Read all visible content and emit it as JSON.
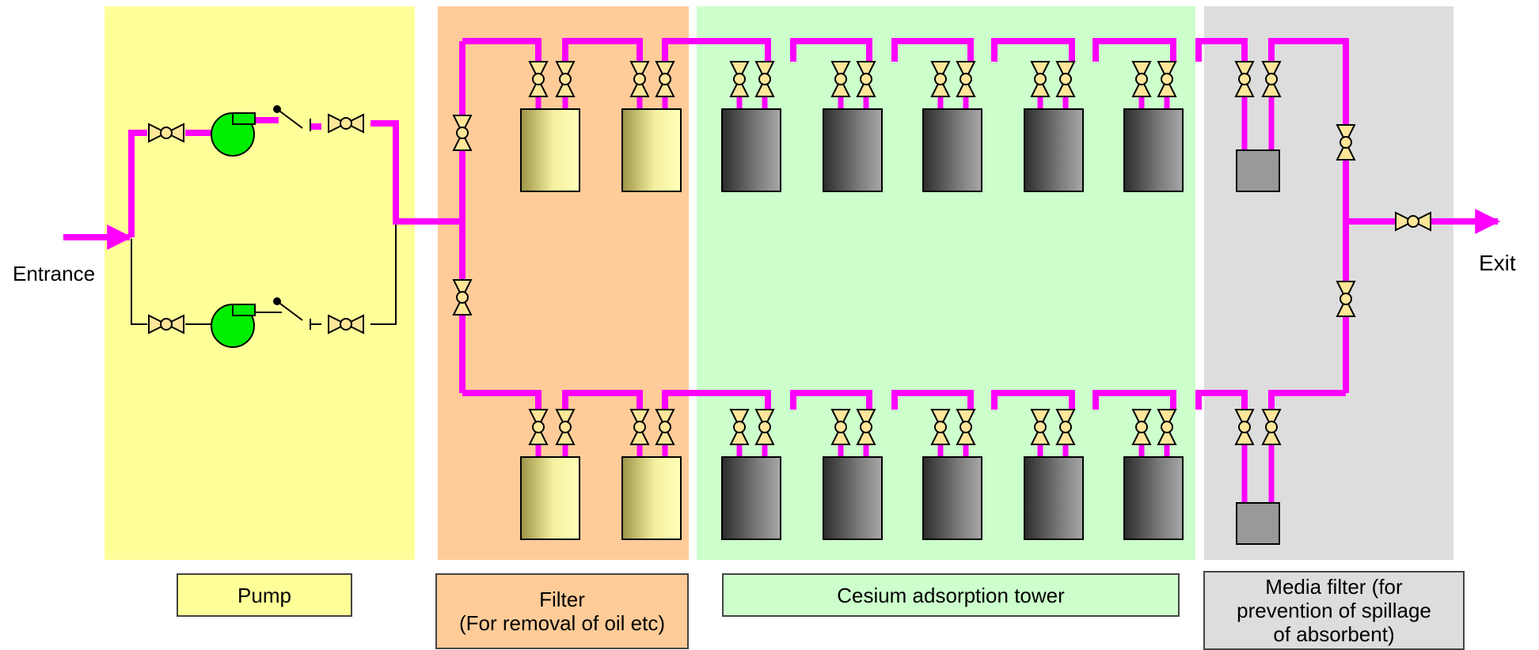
{
  "labels": {
    "entrance": "Entrance",
    "exit": "Exit",
    "pump": "Pump",
    "filter_line1": "Filter",
    "filter_line2": "(For removal of oil etc)",
    "cesium": "Cesium adsorption tower",
    "media_line1": "Media filter (for",
    "media_line2": "prevention of spillage",
    "media_line3": "of absorbent)"
  },
  "colors": {
    "pump_zone": "#FFFF99",
    "filter_zone": "#FFCC99",
    "cesium_zone": "#CCFFCC",
    "media_zone": "#DDDDDD",
    "pipe": "#FF00FF",
    "valve": "#FFE699",
    "pump_body": "#00EE00",
    "filter_vessel_dark": "#A8A050",
    "filter_vessel_light": "#FFFFAA",
    "cesium_vessel_dark": "#333333",
    "cesium_vessel_light": "#9A9A9A",
    "media_vessel": "#999999"
  },
  "structure": {
    "trains": [
      "upper-train",
      "lower-train"
    ],
    "pumps_count": 2,
    "filter_vessels_per_train": 2,
    "cesium_towers_per_train": 5,
    "media_filters_per_train": 1
  }
}
